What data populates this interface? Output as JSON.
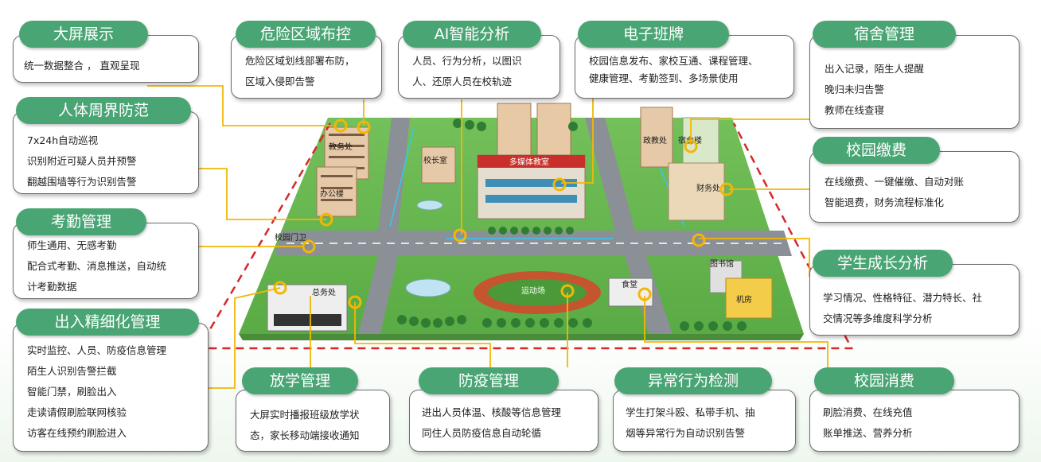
{
  "cards": [
    {
      "title": "大屏展示",
      "lines": [
        "统一数据整合 ，  直观呈现"
      ]
    },
    {
      "title": "危险区域布控",
      "lines": [
        "危险区域划线部署布防，",
        "区域入侵即告警"
      ]
    },
    {
      "title": "AI智能分析",
      "lines": [
        "人员、行为分析，以图识",
        "人、还原人员在校轨迹"
      ]
    },
    {
      "title": "电子班牌",
      "lines": [
        "校园信息发布、家校互通、课程管理、",
        "健康管理、考勤签到、多场景使用"
      ]
    },
    {
      "title": "宿舍管理",
      "lines": [
        "出入记录，陌生人提醒",
        "晚归未归告警",
        "教师在线查寝"
      ]
    },
    {
      "title": "人体周界防范",
      "lines": [
        "7x24h自动巡视",
        "识别附近可疑人员并预警",
        "翻越围墙等行为识别告警"
      ]
    },
    {
      "title": "校园缴费",
      "lines": [
        "在线缴费、一键催缴、自动对账",
        "智能退费，财务流程标准化"
      ]
    },
    {
      "title": "考勤管理",
      "lines": [
        "师生通用、无感考勤",
        "配合式考勤、消息推送，自动统",
        "计考勤数据"
      ]
    },
    {
      "title": "学生成长分析",
      "lines": [
        "学习情况、性格特征、潜力特长、社",
        "交情况等多维度科学分析"
      ]
    },
    {
      "title": "出入精细化管理",
      "lines": [
        "实时监控、人员、防疫信息管理",
        "陌生人识别告警拦截",
        "智能门禁，刷脸出入",
        "走读请假刷脸联网核验",
        "访客在线预约刷脸进入"
      ]
    },
    {
      "title": "放学管理",
      "lines": [
        "大屏实时播报班级放学状",
        "态，家长移动端接收通知"
      ]
    },
    {
      "title": "防疫管理",
      "lines": [
        "进出人员体温、核酸等信息管理",
        "同住人员防疫信息自动轮循"
      ]
    },
    {
      "title": "异常行为检测",
      "lines": [
        "学生打架斗殴、私带手机、抽",
        "烟等异常行为自动识别告警"
      ]
    },
    {
      "title": "校园消费",
      "lines": [
        "刷脸消费、在线充值",
        "账单推送、营养分析"
      ]
    }
  ],
  "buildings": {
    "jiaowu": "教务处",
    "xiaozhang": "校长室",
    "bangong": "办公楼",
    "duomeiti": "多媒体教室",
    "zhengjiao": "政教处",
    "sushe": "宿舍楼",
    "caiwu": "财务处",
    "xiaomen": "校园门卫",
    "tushuguan": "图书馆",
    "zongwu": "总务处",
    "yundongchang": "运动场",
    "shitang": "食堂",
    "jifang": "机房"
  },
  "colors": {
    "title_green": "#4aa574",
    "lawn": "#7cc55f",
    "road": "#8a8f94",
    "leader_line": "#f2b705",
    "fence": "#d62828"
  }
}
